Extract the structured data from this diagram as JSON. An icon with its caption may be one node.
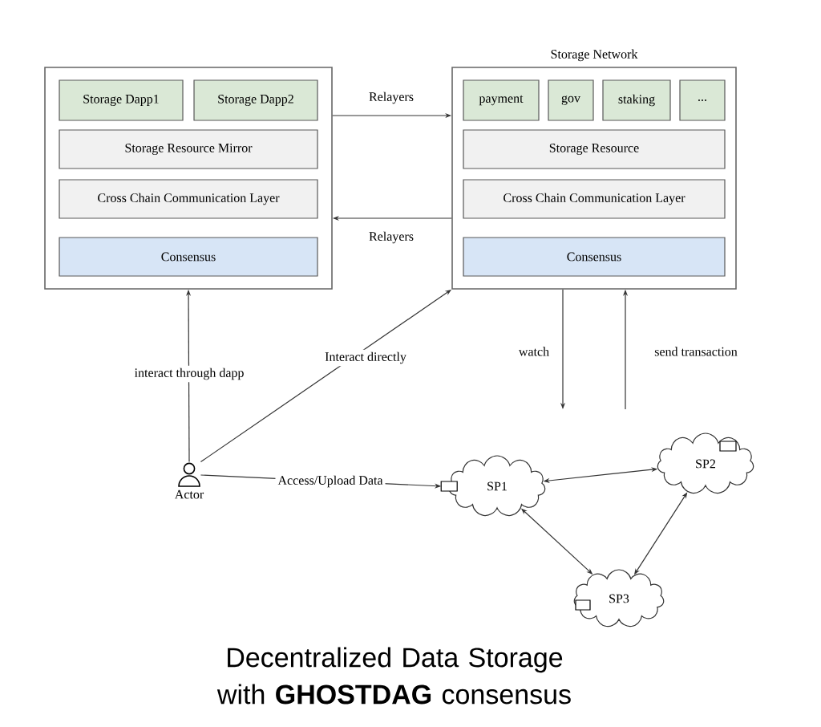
{
  "diagram": {
    "caption": "Decentralized Data Storage with **GHOSTDAG** consensus",
    "nodes": [
      {
        "text": [],
        "shape": "box"
      },
      {
        "text": [
          "Storage Dapp1"
        ],
        "in": 0
      },
      {
        "text": [
          "Storage Dapp2"
        ],
        "in": 0
      },
      {
        "text": [
          "Storage Resource Mirror"
        ],
        "in": 0
      },
      {
        "text": [
          "Cross Chain Communication Layer"
        ],
        "in": 0
      },
      {
        "text": [
          "Consensus"
        ],
        "in": 0
      },
      {
        "text": [
          "Storage Network"
        ]
      },
      {
        "text": [
          "payment"
        ],
        "in": 6
      },
      {
        "text": [
          "gov"
        ],
        "in": 6
      },
      {
        "text": [
          "staking"
        ],
        "in": 6
      },
      {
        "text": [
          "..."
        ],
        "in": 6
      },
      {
        "text": [
          "Storage Resource"
        ],
        "in": 6
      },
      {
        "text": [
          "Cross Chain Communication Layer"
        ],
        "in": 6
      },
      {
        "text": [
          "Consensus"
        ],
        "in": 6
      },
      {
        "text": [
          "Actor"
        ]
      },
      {
        "text": [
          "SP1"
        ]
      },
      {
        "text": [
          "SP2"
        ]
      },
      {
        "text": [
          "SP3"
        ]
      }
    ],
    "edges": [
      {
        "from": 0,
        "to": 6,
        "arrow": "to",
        "label": "Relayers"
      },
      {
        "from": 6,
        "to": 0,
        "arrow": "to",
        "label": "Relayers"
      },
      {
        "from": 14,
        "to": 0,
        "arrow": "to",
        "label": "interact through dapp"
      },
      {
        "from": 14,
        "to": 6,
        "arrow": "to",
        "label": "Interact directly"
      },
      {
        "from": 6,
        "to": null,
        "arrow": "to",
        "label": "watch"
      },
      {
        "from": null,
        "to": 6,
        "arrow": "to",
        "label": "send transaction"
      },
      {
        "from": 14,
        "to": 15,
        "arrow": "to",
        "label": "Access/Upload Data"
      },
      {
        "from": 15,
        "to": 16,
        "arrow": "both"
      },
      {
        "from": 15,
        "to": 17,
        "arrow": "both"
      },
      {
        "from": 16,
        "to": 17,
        "arrow": "both"
      }
    ]
  }
}
